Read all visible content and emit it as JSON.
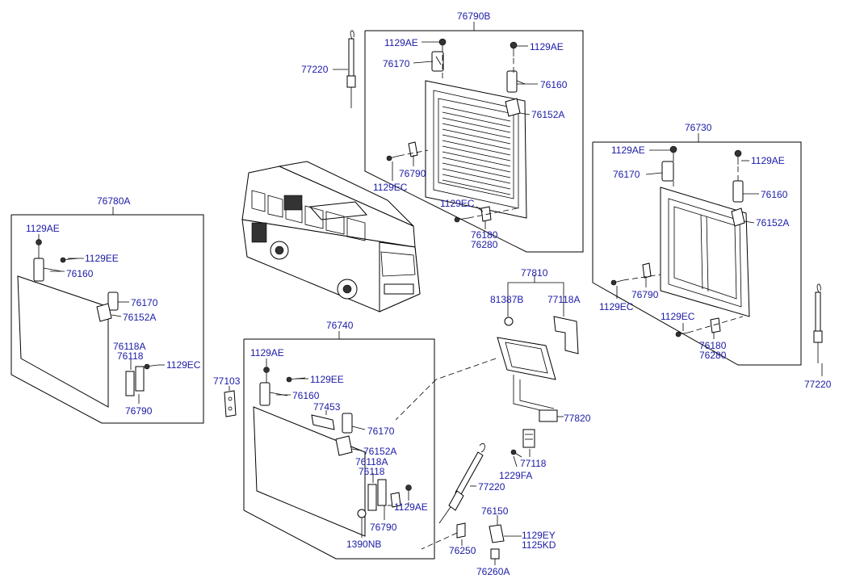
{
  "labels": {
    "l_76790B": "76790B",
    "l_1129AE_t1": "1129AE",
    "l_1129AE_t2": "1129AE",
    "l_76170_t": "76170",
    "l_76160_t": "76160",
    "l_76152A_t": "76152A",
    "l_76790_t": "76790",
    "l_1129EC_t1": "1129EC",
    "l_1129EC_t2": "1129EC",
    "l_76180_t": "76180",
    "l_76280_t": "76280",
    "l_77220_top": "77220",
    "l_76730": "76730",
    "l_1129AE_r1": "1129AE",
    "l_1129AE_r2": "1129AE",
    "l_76170_r": "76170",
    "l_76160_r": "76160",
    "l_76152A_r": "76152A",
    "l_76790_r": "76790",
    "l_1129EC_r1": "1129EC",
    "l_1129EC_r2": "1129EC",
    "l_76180_r": "76180",
    "l_76280_r": "76280",
    "l_77220_right": "77220",
    "l_76780A": "76780A",
    "l_1129AE_l": "1129AE",
    "l_1129EE_l": "1129EE",
    "l_76160_l": "76160",
    "l_76170_l": "76170",
    "l_76152A_l": "76152A",
    "l_76118A_l": "76118A",
    "l_76118_l": "76118",
    "l_1129EC_l": "1129EC",
    "l_76790_l": "76790",
    "l_77103": "77103",
    "l_76740": "76740",
    "l_1129AE_c1": "1129AE",
    "l_1129EE_c": "1129EE",
    "l_76160_c": "76160",
    "l_77453": "77453",
    "l_76170_c": "76170",
    "l_76152A_c": "76152A",
    "l_76118A_c": "76118A",
    "l_76118_c": "76118",
    "l_1129AE_c2": "1129AE",
    "l_76790_c": "76790",
    "l_1390NB": "1390NB",
    "l_77810": "77810",
    "l_81387B": "81387B",
    "l_77118A": "77118A",
    "l_77820": "77820",
    "l_77118": "77118",
    "l_1229FA": "1229FA",
    "l_77220_mid": "77220",
    "l_76150": "76150",
    "l_1129EY": "1129EY",
    "l_1125KD": "1125KD",
    "l_76250": "76250",
    "l_76260A": "76260A"
  }
}
